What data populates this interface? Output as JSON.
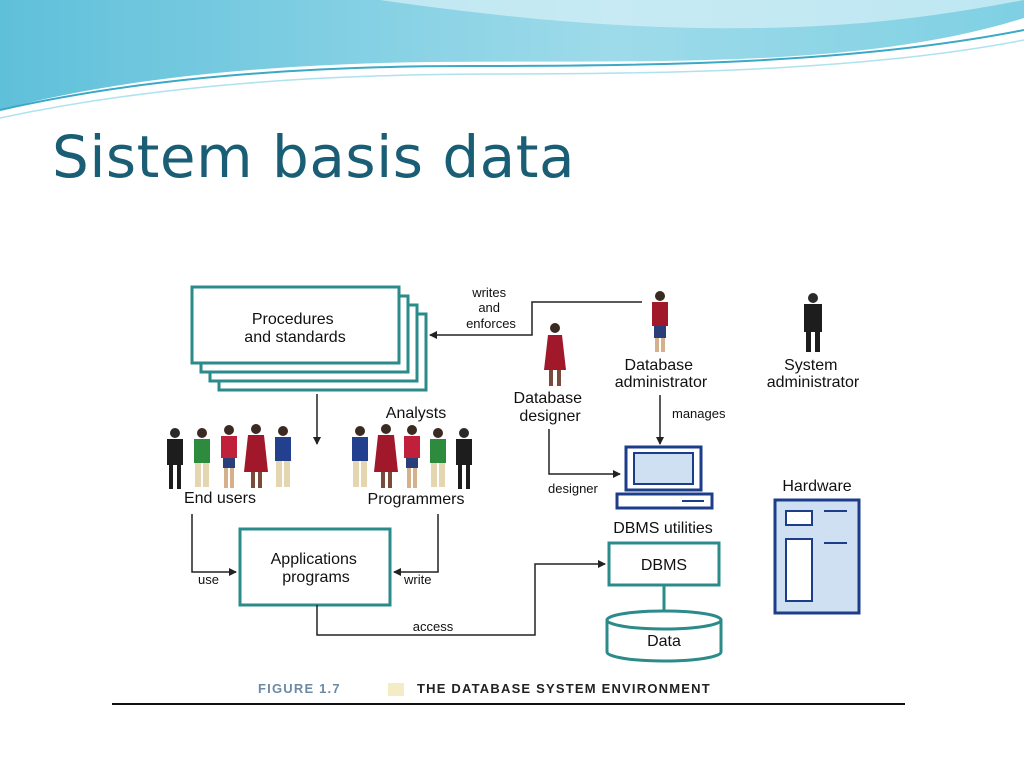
{
  "slide": {
    "title": "Sistem basis data"
  },
  "diagram": {
    "procedures": [
      "Procedures",
      "and standards"
    ],
    "writes_enforces": [
      "writes",
      "and",
      "enforces"
    ],
    "database_designer": [
      "Database",
      "designer"
    ],
    "database_administrator": [
      "Database",
      "administrator"
    ],
    "system_administrator": [
      "System",
      "administrator"
    ],
    "analysts": "Analysts",
    "end_users": "End users",
    "programmers": "Programmers",
    "manages": "manages",
    "designer": "designer",
    "dbms_utilities": "DBMS utilities",
    "hardware": "Hardware",
    "applications": [
      "Applications",
      "programs"
    ],
    "use": "use",
    "write": "write",
    "dbms": "DBMS",
    "access": "access",
    "data": "Data",
    "caption_number": "FIGURE 1.7",
    "caption_text": "THE DATABASE SYSTEM ENVIRONMENT"
  },
  "colors": {
    "title": "#1a5e75",
    "box_stroke": "#2b8a8a",
    "hardware_fill": "#cfe0f3",
    "hardware_stroke": "#1c3e8a",
    "caption_number": "#6c8aa6",
    "banner": "#6cc6dc"
  }
}
